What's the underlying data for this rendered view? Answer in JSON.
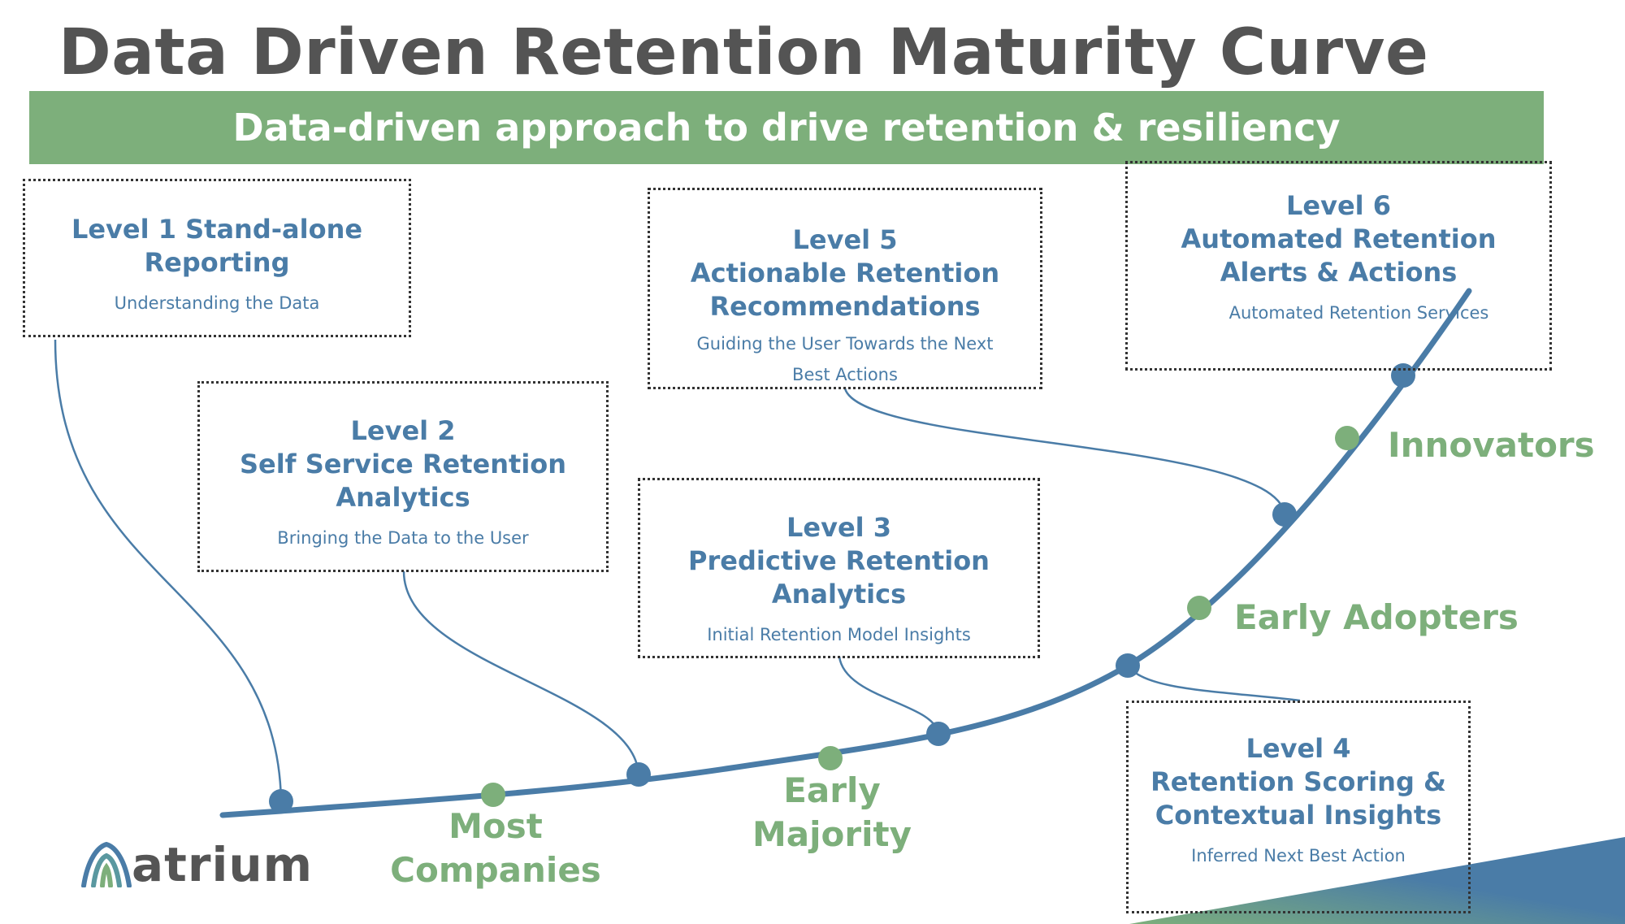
{
  "title": "Data Driven Retention Maturity Curve",
  "banner": "Data-driven approach to drive retention & resiliency",
  "levels": [
    {
      "heading": "Level 1  Stand-alone",
      "heading2": "Reporting",
      "heading3": "",
      "desc": "Understanding the Data",
      "desc2": ""
    },
    {
      "heading": "Level 2",
      "heading2": "Self Service Retention",
      "heading3": "Analytics",
      "desc": "Bringing the Data to the User",
      "desc2": ""
    },
    {
      "heading": "Level 3",
      "heading2": "Predictive Retention",
      "heading3": "Analytics",
      "desc": "Initial Retention Model Insights",
      "desc2": ""
    },
    {
      "heading": "Level 4",
      "heading2": "Retention Scoring &",
      "heading3": "Contextual Insights",
      "desc": "Inferred Next Best Action",
      "desc2": ""
    },
    {
      "heading": "Level 5",
      "heading2": "Actionable Retention",
      "heading3": "Recommendations",
      "desc": "Guiding the User Towards the Next",
      "desc2": "Best Actions"
    },
    {
      "heading": "Level 6",
      "heading2": "Automated Retention",
      "heading3": "Alerts & Actions",
      "desc": "Automated Retention Services",
      "desc2": ""
    }
  ],
  "stages": [
    {
      "line1": "Most",
      "line2": "Companies"
    },
    {
      "line1": "Early",
      "line2": "Majority"
    },
    {
      "line1": "Early Adopters",
      "line2": ""
    },
    {
      "line1": "Innovators",
      "line2": ""
    }
  ],
  "logo": {
    "text": "atrium"
  },
  "colors": {
    "blue": "#4a7ca7",
    "green": "#7daf7b",
    "title": "#545454",
    "banner": "#7daf7b"
  }
}
